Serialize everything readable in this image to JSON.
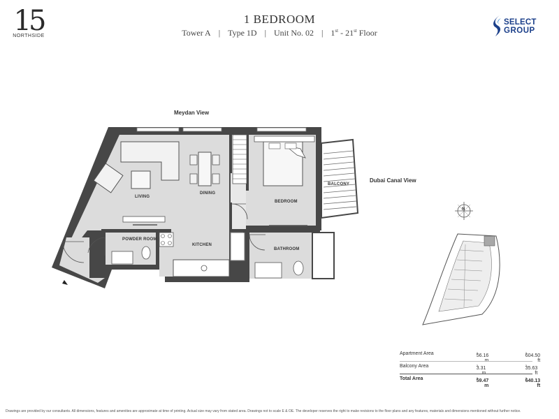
{
  "branding": {
    "logo_number": "15",
    "logo_sub": "NORTHSIDE",
    "developer_line1": "SELECT",
    "developer_line2": "GROUP"
  },
  "header": {
    "title": "1 BEDROOM",
    "tower": "Tower A",
    "type": "Type 1D",
    "unit": "Unit No. 02",
    "floor_from": "1",
    "floor_from_sup": "st",
    "floor_sep": " - 21",
    "floor_to_sup": "st",
    "floor_suffix": " Floor",
    "separator": "|"
  },
  "views": {
    "top": "Meydan View",
    "right": "Dubai Canal View"
  },
  "rooms": {
    "living": "LIVING",
    "dining": "DINING",
    "bedroom": "BEDROOM",
    "balcony": "BALCONY",
    "powder_room": "POWDER ROOM",
    "kitchen": "KITCHEN",
    "bathroom": "BATHROOM"
  },
  "compass": {
    "north": "N"
  },
  "areas": {
    "rows": [
      {
        "label": "Apartment Area",
        "m2": "56.16 m",
        "ft": "604.50 ft"
      },
      {
        "label": "Balcony Area",
        "m2": "3.31 m",
        "ft": "35.63 ft"
      }
    ],
    "total": {
      "label": "Total Area",
      "m2": "59.47 m",
      "ft": "640.13 ft"
    },
    "sup": "2"
  },
  "disclaimer": "Drawings are provided by our consultants. All dimensions, features and amenities are approximate at time of printing. Actual size may vary from stated area. Drawings not to scale E & OE. The developer reserves the right to make revisions to the floor plans and any features, materials and dimensions mentioned without further notice."
}
